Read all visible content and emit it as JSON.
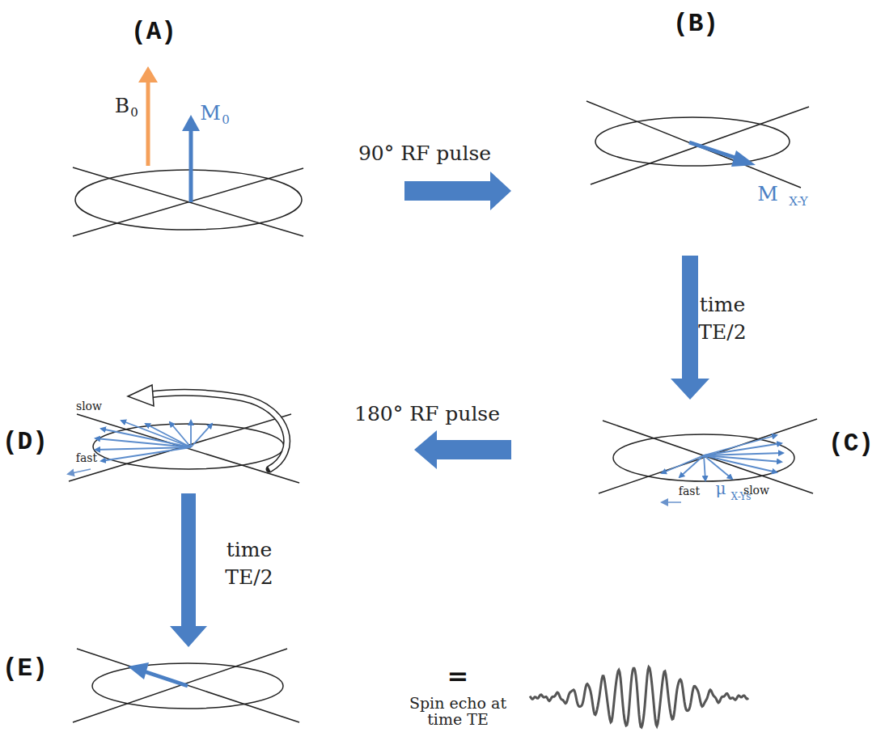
{
  "diagram": {
    "labels": [
      "(A)",
      "(B)",
      "(C)",
      "(D)",
      "(E)",
      "B",
      "0",
      "M",
      "0",
      "90° RF pulse",
      "M",
      "X-Y",
      "time",
      "TE/2",
      "180° RF pulse",
      "slow",
      "fast",
      "fast",
      "μ",
      "X-Ys",
      "slow",
      "time",
      "TE/2",
      "=",
      "Spin echo at time TE"
    ]
  }
}
